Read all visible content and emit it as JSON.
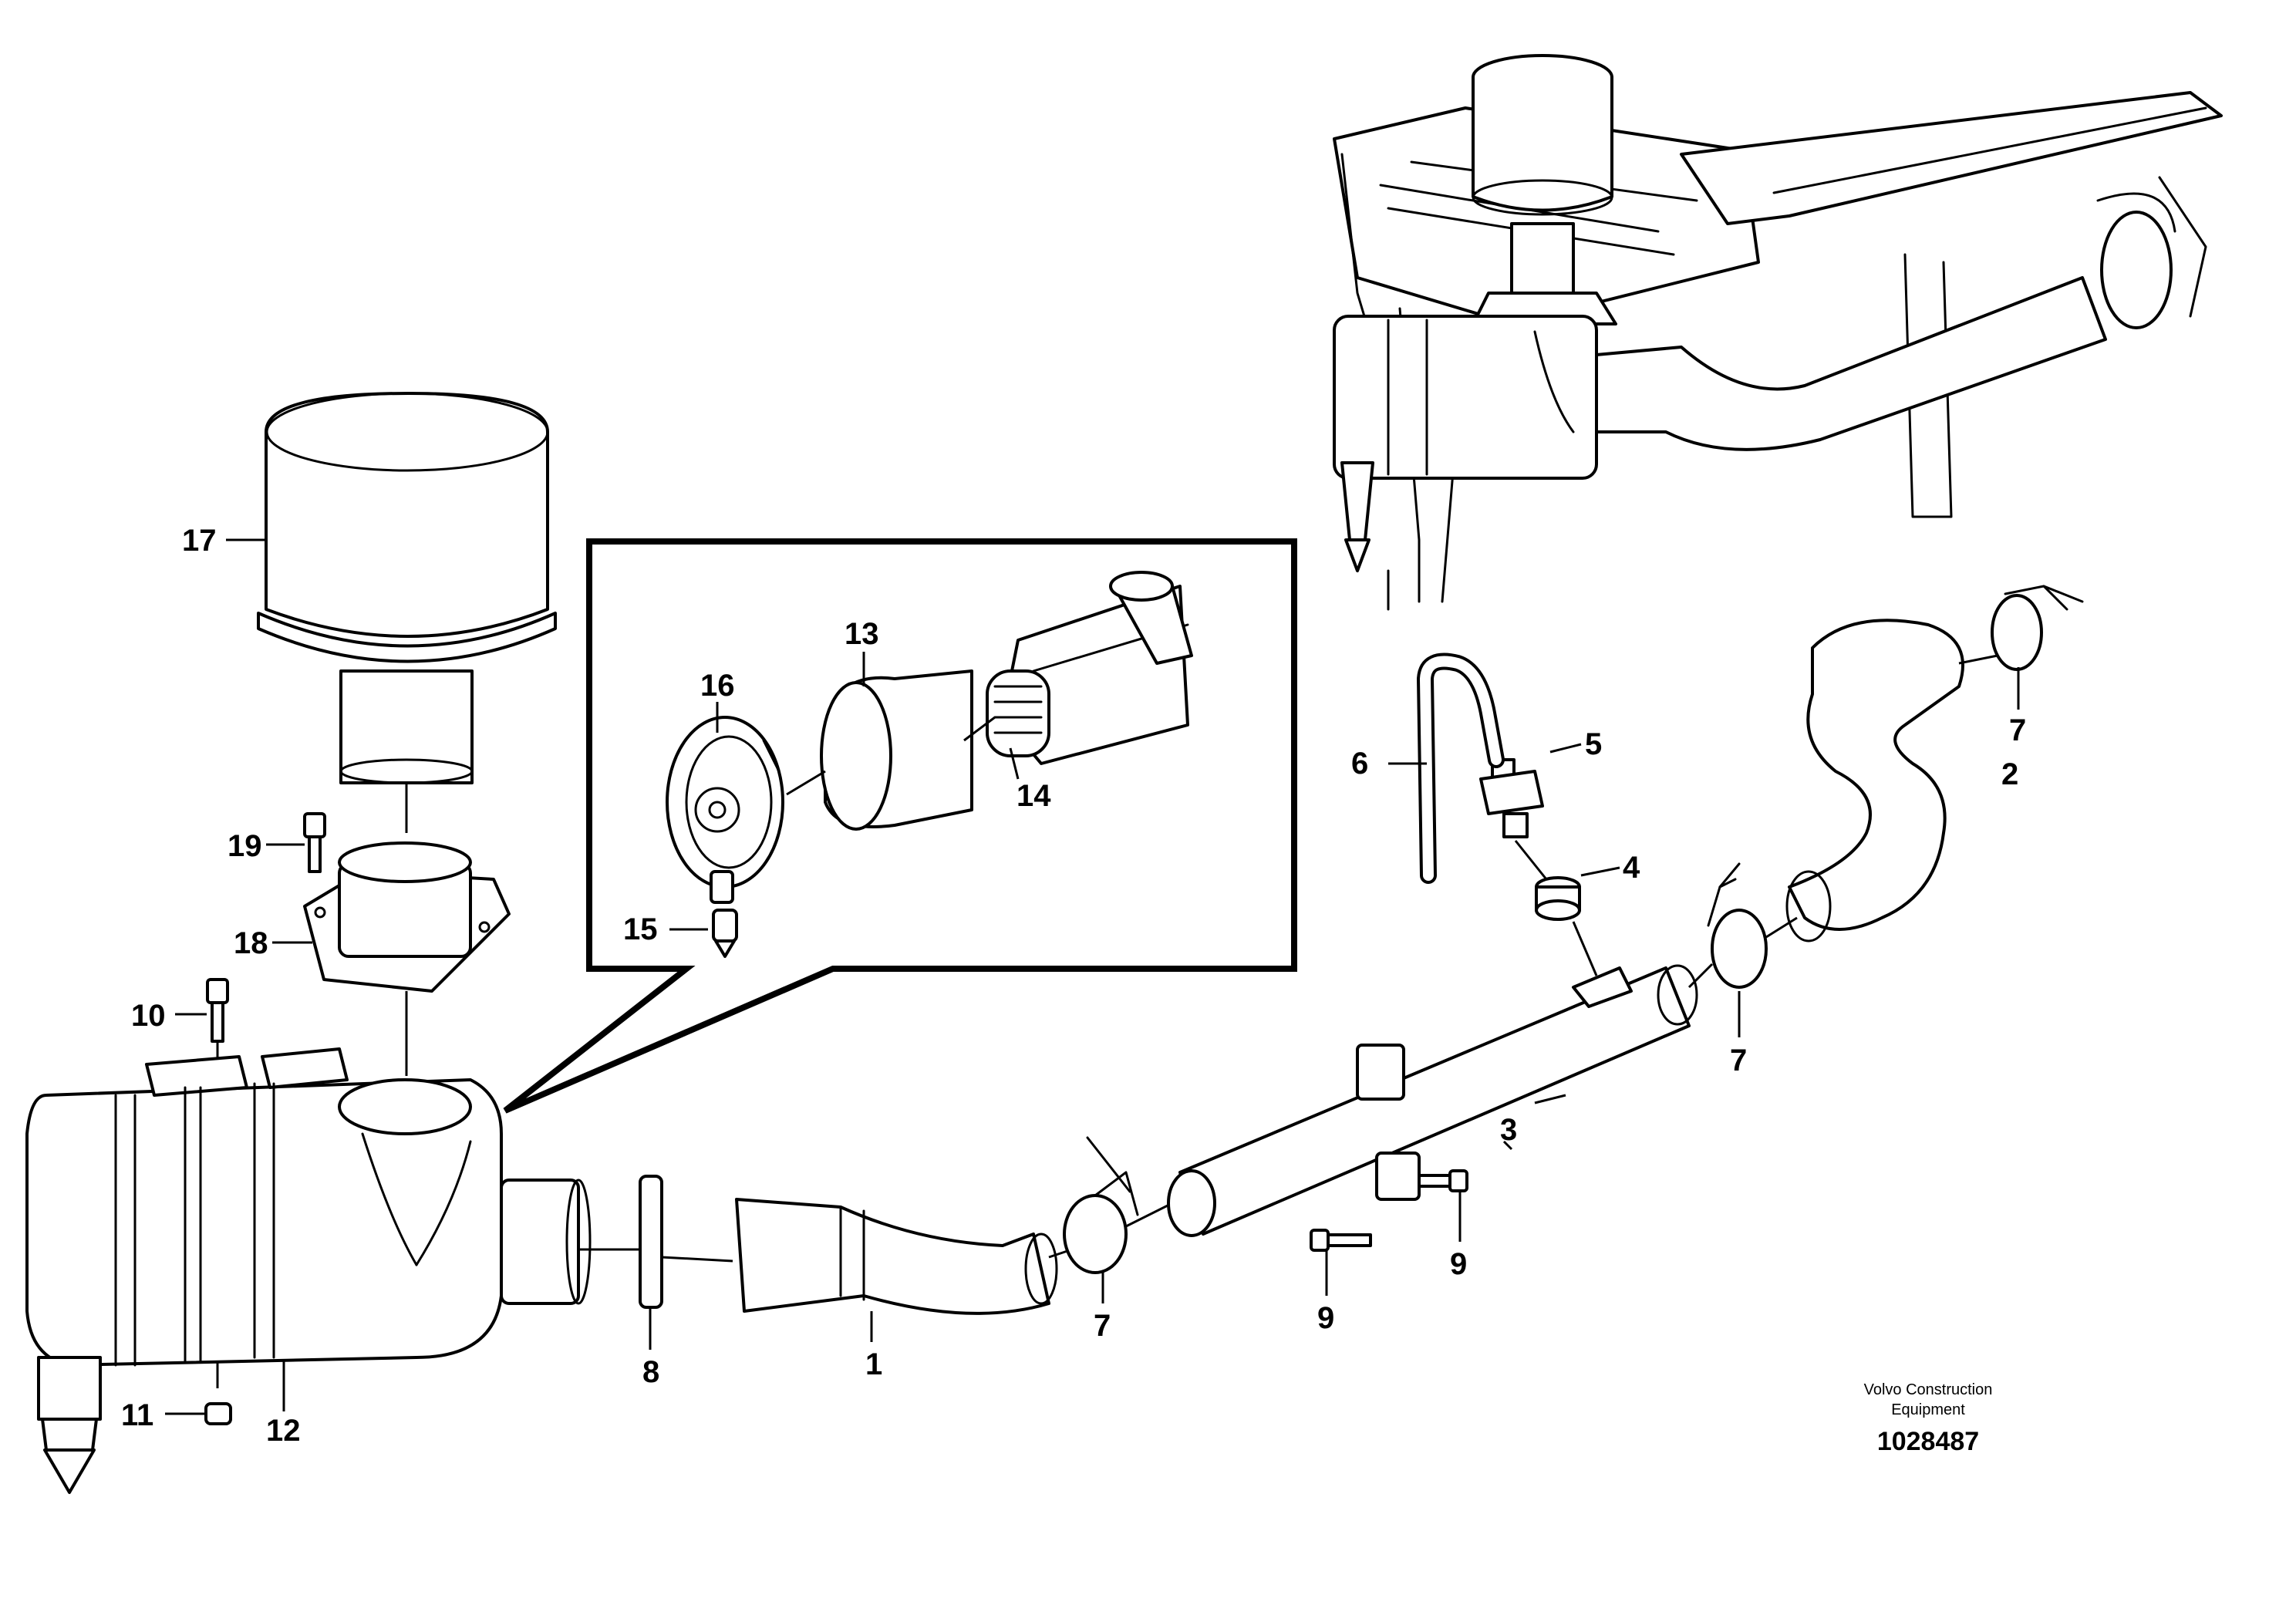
{
  "callouts": {
    "c1": "1",
    "c2": "2",
    "c3": "3",
    "c4": "4",
    "c5": "5",
    "c6": "6",
    "c7a": "7",
    "c7b": "7",
    "c7c": "7",
    "c8": "8",
    "c9a": "9",
    "c9b": "9",
    "c10": "10",
    "c11": "11",
    "c12": "12",
    "c13": "13",
    "c14": "14",
    "c15": "15",
    "c16": "16",
    "c17": "17",
    "c18": "18",
    "c19": "19"
  },
  "footer": {
    "manufacturer_line1": "Volvo Construction",
    "manufacturer_line2": "Equipment",
    "document_number": "1028487"
  }
}
